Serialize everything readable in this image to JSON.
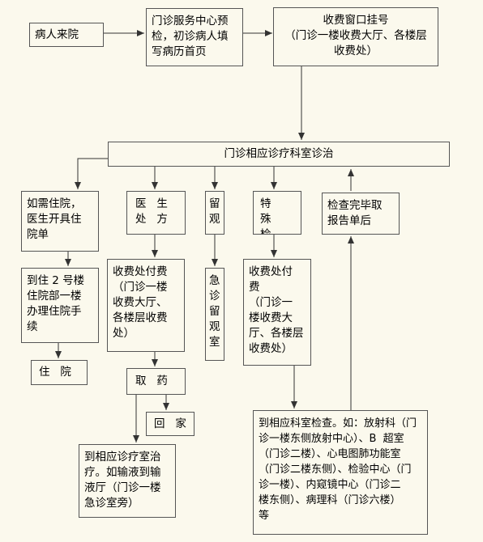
{
  "nodes": {
    "patient_arrival": "病人来院",
    "pre_check": "门诊服务中心预\n检，初诊病人填\n写病历首页",
    "registration": "收费窗口挂号\n（门诊一楼收费大厅、各楼层\n收费处）",
    "outpatient_treatment": "门诊相应诊疗科室诊治",
    "admission_needed": "如需住院，\n医生开具住\n院单",
    "admission_procedure": "到住 2 号楼\n住院部一楼\n办理住院手\n续",
    "hospitalized": "住   院",
    "prescription": "医   生\n处   方",
    "pay_prescription": "收费处付费\n（门诊一楼\n收费大厅、\n各楼层收费\n处）",
    "get_medicine": "取   药",
    "go_home": "回   家",
    "treatment_room": "到相应诊疗室治\n疗。如输液到输\n液厅（门诊一楼\n急诊室旁）",
    "observation": "留\n观",
    "emergency_observation": "急\n诊\n留\n观\n室",
    "special_exam": "特    殊\n检    查",
    "pay_exam": "收费处付\n费\n（门诊一\n楼收费大\n厅、各楼层\n收费处）",
    "exam_departments": "到相应科室检查。如：放射科（门\n诊一楼东侧放射中心）、B  超室\n（门诊二楼）、心电图肺功能室\n（门诊二楼东侧）、检验中心（门\n诊一楼）、内窥镜中心（门诊二\n楼东侧）、病理科（门诊六楼）\n等",
    "report_done": "检查完毕取\n报告单后"
  },
  "colors": {
    "background": "#fbf9ed",
    "border": "#555555",
    "arrow": "#333333"
  }
}
